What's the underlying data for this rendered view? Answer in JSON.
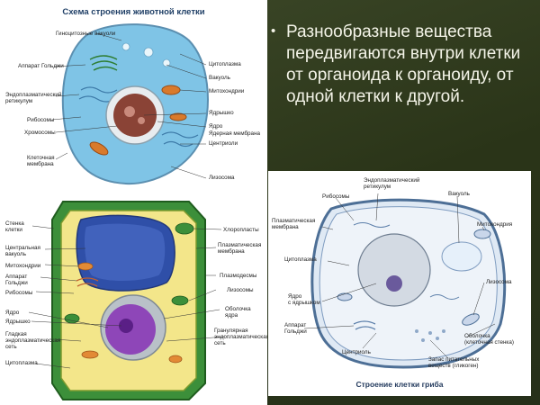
{
  "slide": {
    "bullet": "•",
    "text": "Разнообразные вещества передвигаются внутри клетки от органоида к органоиду, от одной клетки к другой."
  },
  "animal_cell": {
    "title": "Схема строения животной клетки",
    "labels": {
      "pinocytic": "Гиноцитозные вакуоли",
      "golgi": "Аппарат Гольджи",
      "er": "Эндоплазматический\nретикулум",
      "ribosomes": "Рибосомы",
      "chromosomes": "Хромосомы",
      "membrane": "Клеточная\nмембрана",
      "cytoplasm": "Цитоплазма",
      "vacuole": "Вакуоль",
      "mitochondria": "Митохондрии",
      "nucleolus": "Ядрышко",
      "nucleus": "Ядро",
      "nuclear_membrane": "Ядерная мембрана",
      "centrioles": "Центриоли",
      "lysosome": "Лизосома"
    }
  },
  "plant_cell": {
    "labels": {
      "wall": "Стенка\nклетки",
      "central_vacuole": "Центральная\nвакуоль",
      "mitochondria": "Митохондрии",
      "golgi": "Аппарат\nГольджи",
      "ribosomes": "Рибосомы",
      "nucleus": "Ядро",
      "nucleolus": "Ядрышко",
      "smooth_er": "Гладкая\nэндоплазматическая\nсеть",
      "cytoplasm": "Цитоплазма",
      "chloroplasts": "Хлоропласты",
      "plasma_membrane": "Плазматическая\nмембрана",
      "plasmodesmata": "Плазмодесмы",
      "lysosomes": "Лизосомы",
      "nuclear_envelope": "Оболочка\nядра",
      "rough_er": "Гранулярная\nэндоплазматическая\nсеть"
    }
  },
  "fungus_cell": {
    "title": "Строение клетки гриба",
    "labels": {
      "er": "Эндоплазматический\nретикулум",
      "ribosomes": "Рибосомы",
      "vacuole": "Вакуоль",
      "plasma_membrane": "Плазматическая\nмембрана",
      "mitochondria": "Митохондрия",
      "cytoplasm": "Цитоплазма",
      "lysosome": "Лизосома",
      "nucleus": "Ядро\nс ядрышком",
      "golgi": "Аппарат\nГольджи",
      "centriole": "Центриоль",
      "wall": "Оболочка\n(клеточная стенка)",
      "reserve": "Запас питательных\nвеществ (гликоген)"
    }
  }
}
